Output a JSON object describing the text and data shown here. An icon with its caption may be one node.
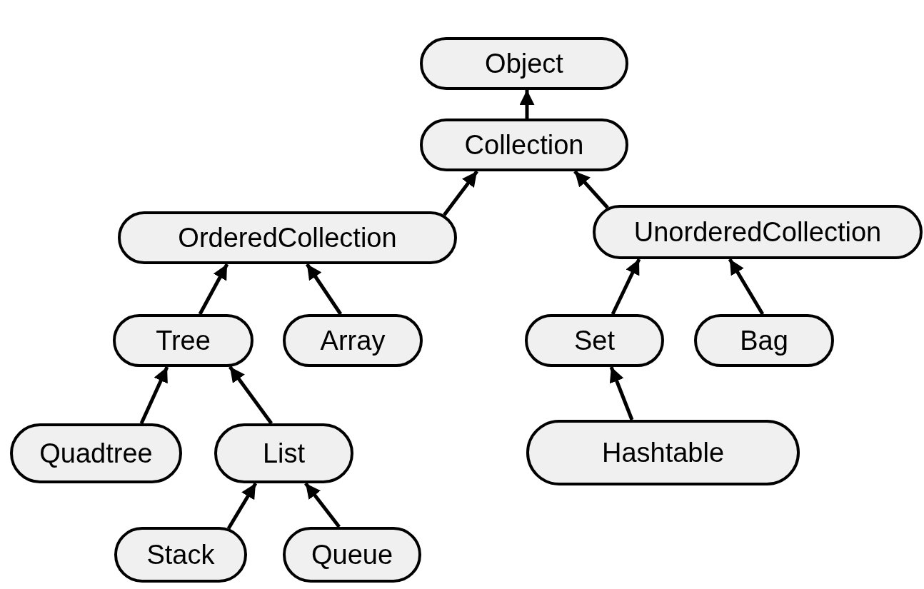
{
  "diagram": {
    "nodes": [
      {
        "text": [
          "Object"
        ]
      },
      {
        "text": [
          "Collection"
        ]
      },
      {
        "text": [
          "OrderedCollection"
        ]
      },
      {
        "text": [
          "UnorderedCollection"
        ]
      },
      {
        "text": [
          "Tree"
        ]
      },
      {
        "text": [
          "Array"
        ]
      },
      {
        "text": [
          "Set"
        ]
      },
      {
        "text": [
          "Bag"
        ]
      },
      {
        "text": [
          "Quadtree"
        ]
      },
      {
        "text": [
          "List"
        ]
      },
      {
        "text": [
          "Hashtable"
        ]
      },
      {
        "text": [
          "Stack"
        ]
      },
      {
        "text": [
          "Queue"
        ]
      }
    ],
    "edges": [
      {
        "from": 1,
        "to": 0,
        "arrow": "to"
      },
      {
        "from": 2,
        "to": 1,
        "arrow": "to"
      },
      {
        "from": 3,
        "to": 1,
        "arrow": "to"
      },
      {
        "from": 4,
        "to": 2,
        "arrow": "to"
      },
      {
        "from": 5,
        "to": 2,
        "arrow": "to"
      },
      {
        "from": 6,
        "to": 3,
        "arrow": "to"
      },
      {
        "from": 7,
        "to": 3,
        "arrow": "to"
      },
      {
        "from": 8,
        "to": 4,
        "arrow": "to"
      },
      {
        "from": 9,
        "to": 4,
        "arrow": "to"
      },
      {
        "from": 10,
        "to": 6,
        "arrow": "to"
      },
      {
        "from": 11,
        "to": 9,
        "arrow": "to"
      },
      {
        "from": 12,
        "to": 9,
        "arrow": "to"
      }
    ]
  }
}
